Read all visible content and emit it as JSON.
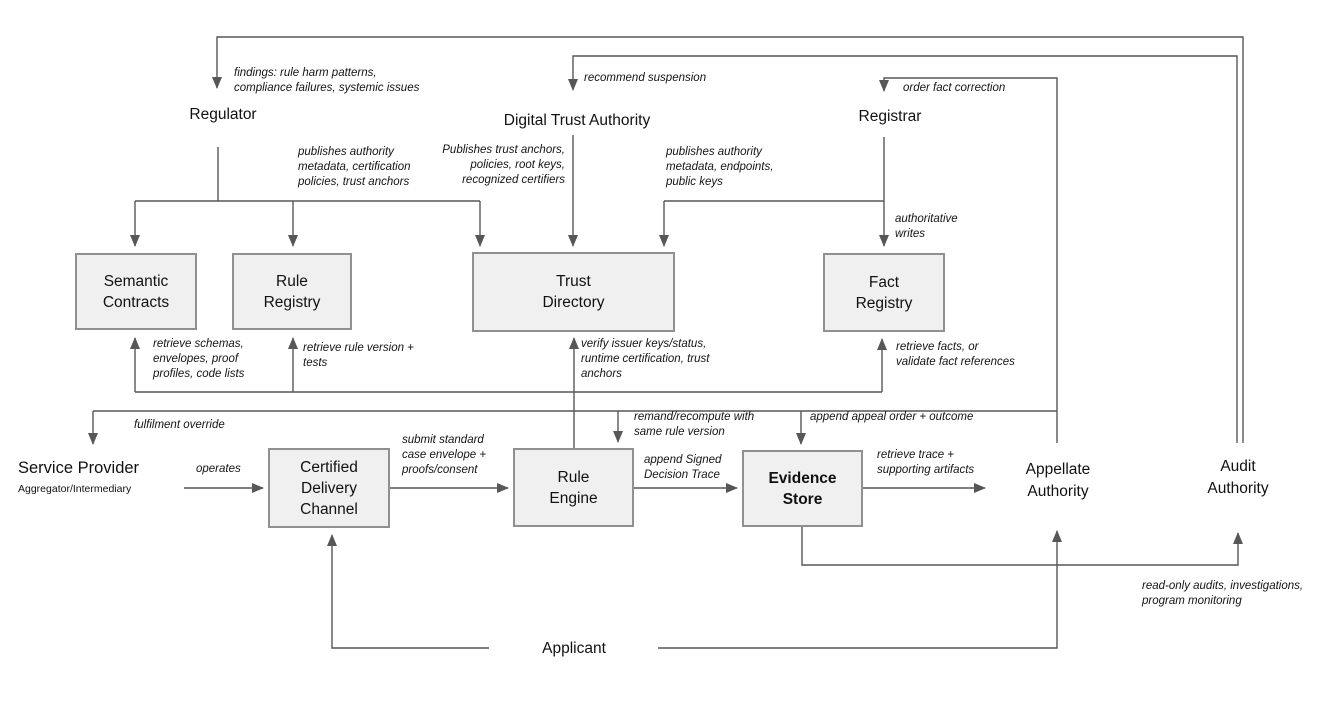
{
  "diagram": {
    "colors": {
      "line": "#575757",
      "box_fill": "#f0f0f0",
      "box_border": "#909090",
      "text": "#111111",
      "background": "#ffffff"
    },
    "actors": {
      "regulator": {
        "label": "Regulator"
      },
      "digital_trust_authority": {
        "label": "Digital Trust Authority"
      },
      "registrar": {
        "label": "Registrar"
      },
      "service_provider": {
        "label": "Service Provider",
        "sublabel": "Aggregator/Intermediary"
      },
      "appellate_authority": {
        "label": "Appellate\nAuthority"
      },
      "audit_authority": {
        "label": "Audit\nAuthority"
      },
      "applicant": {
        "label": "Applicant"
      }
    },
    "boxes": {
      "semantic_contracts": {
        "label": "Semantic\nContracts"
      },
      "rule_registry": {
        "label": "Rule\nRegistry"
      },
      "trust_directory": {
        "label": "Trust\nDirectory"
      },
      "fact_registry": {
        "label": "Fact\nRegistry"
      },
      "certified_delivery_channel": {
        "label": "Certified\nDelivery\nChannel"
      },
      "rule_engine": {
        "label": "Rule\nEngine"
      },
      "evidence_store": {
        "label": "Evidence\nStore"
      }
    },
    "edge_labels": {
      "findings": "findings: rule harm patterns,\ncompliance failures, systemic issues",
      "recommend_suspension": "recommend suspension",
      "order_fact_correction": "order fact correction",
      "regulator_publishes": "publishes authority\nmetadata, certification\npolicies, trust anchors",
      "dta_publishes": "Publishes trust anchors,\npolicies, root keys,\nrecognized certifiers",
      "registrar_publishes": "publishes authority\nmetadata, endpoints,\npublic keys",
      "authoritative_writes": "authoritative\nwrites",
      "retrieve_schemas": "retrieve schemas,\nenvelopes, proof\nprofiles, code lists",
      "retrieve_rule_version": "retrieve rule version +\ntests",
      "verify_issuer": "verify issuer keys/status,\nruntime certification, trust\nanchors",
      "retrieve_facts": "retrieve facts, or\nvalidate fact references",
      "fulfilment_override": "fulfilment override",
      "operates": "operates",
      "submit_envelope": "submit standard\ncase envelope +\nproofs/consent",
      "remand_recompute": "remand/recompute with\nsame rule version",
      "append_appeal": "append appeal order + outcome",
      "append_trace": "append Signed\nDecision Trace",
      "retrieve_trace": "retrieve trace +\nsupporting artifacts",
      "read_only": "read-only audits, investigations,\nprogram monitoring"
    }
  }
}
